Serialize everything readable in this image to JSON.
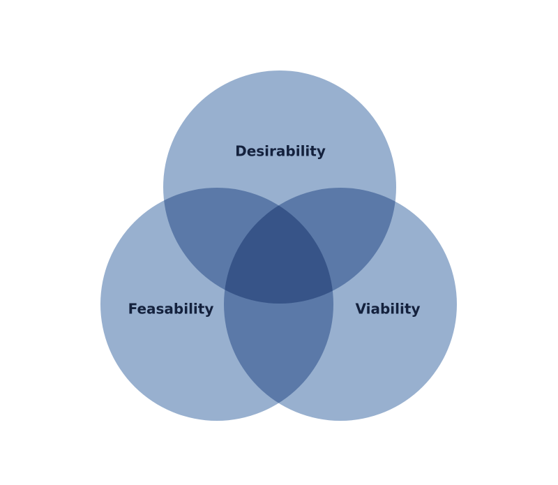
{
  "diagram": {
    "type": "venn",
    "colors": {
      "circle_fill": "#98b0cf",
      "label_text": "#14213d",
      "background": "#ffffff"
    },
    "sets": [
      {
        "key": "desirability",
        "label": "Desirability",
        "position": "top"
      },
      {
        "key": "feasability",
        "label": "Feasability",
        "position": "bottom-left"
      },
      {
        "key": "viability",
        "label": "Viability",
        "position": "bottom-right"
      }
    ]
  }
}
